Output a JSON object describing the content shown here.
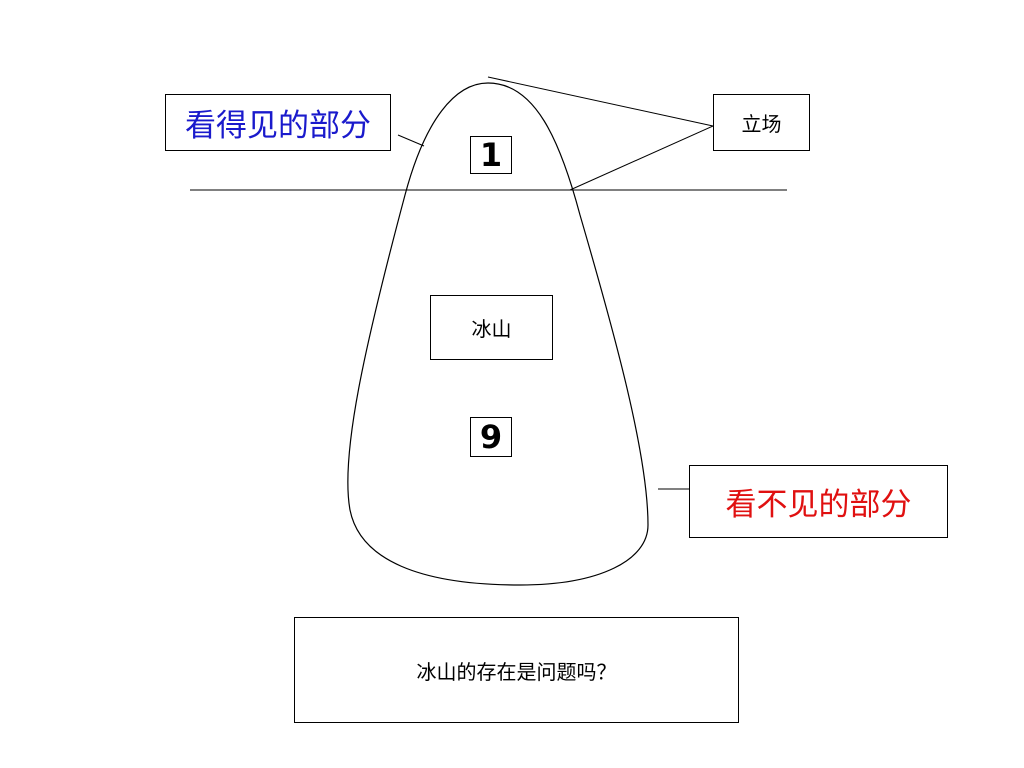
{
  "labels": {
    "visible_part": "看得见的部分",
    "invisible_part": "看不见的部分",
    "stance": "立场",
    "iceberg": "冰山",
    "question": "冰山的存在是问题吗？",
    "above_water_number": "1",
    "below_water_number": "9"
  },
  "colors": {
    "visible_text": "#1a1acc",
    "invisible_text": "#e01010",
    "line": "#000000",
    "text": "#000000"
  }
}
